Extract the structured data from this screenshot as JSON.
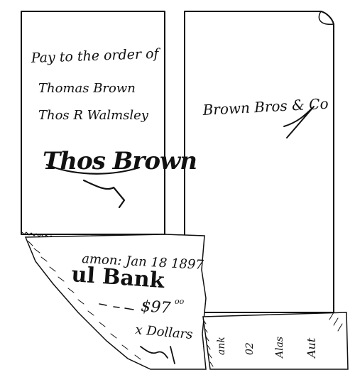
{
  "left_panel": {
    "endorsement_line1": "Pay to the order of",
    "endorsement_line2": "Thomas Brown",
    "endorser": "Thos R Walmsley",
    "signature": "Thos Brown"
  },
  "right_panel": {
    "endorsement": "Brown Bros & Co"
  },
  "folded_corner_left": {
    "date_line": "amon: Jan 18 1897",
    "bank_name": "ul Bank",
    "amount": "$97",
    "amount_cents": "oo",
    "dollars_text": "x Dollars"
  },
  "folded_corner_right": {
    "fragment1": "ank",
    "fragment2": "02",
    "fragment3": "Alas",
    "fragment4": "Aut"
  },
  "colors": {
    "ink": "#111111",
    "paper": "#ffffff"
  }
}
